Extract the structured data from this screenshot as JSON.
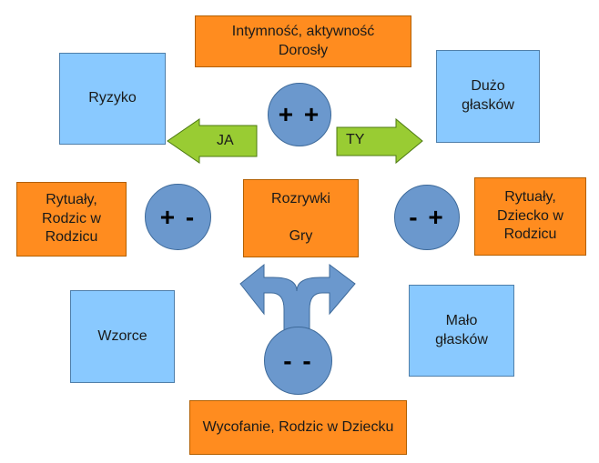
{
  "boxes": {
    "top": "Intymność, aktywność\nDorosły",
    "ryzyko": "Ryzyko",
    "duzo": "Dużo\ngłasków",
    "rytualy_left": "Rytuały,\nRodzic w\nRodzicu",
    "rozrywki": "Rozrywki\n\nGry",
    "rytualy_right": "Rytuały,\nDziecko w\nRodzicu",
    "wzorce": "Wzorce",
    "malo": "Mało\ngłasków",
    "bottom": "Wycofanie, Rodzic w Dziecku"
  },
  "circles": {
    "top": "+ +",
    "left": "+ -",
    "right": "- +",
    "bottom": "- -"
  },
  "arrows": {
    "ja": "JA",
    "ty": "TY"
  },
  "colors": {
    "orange": "#ff8c1f",
    "blue": "#89c9ff",
    "circle": "#6b98cd",
    "green_arrow": "#99cc33",
    "blue_arrow": "#6b98cd"
  }
}
